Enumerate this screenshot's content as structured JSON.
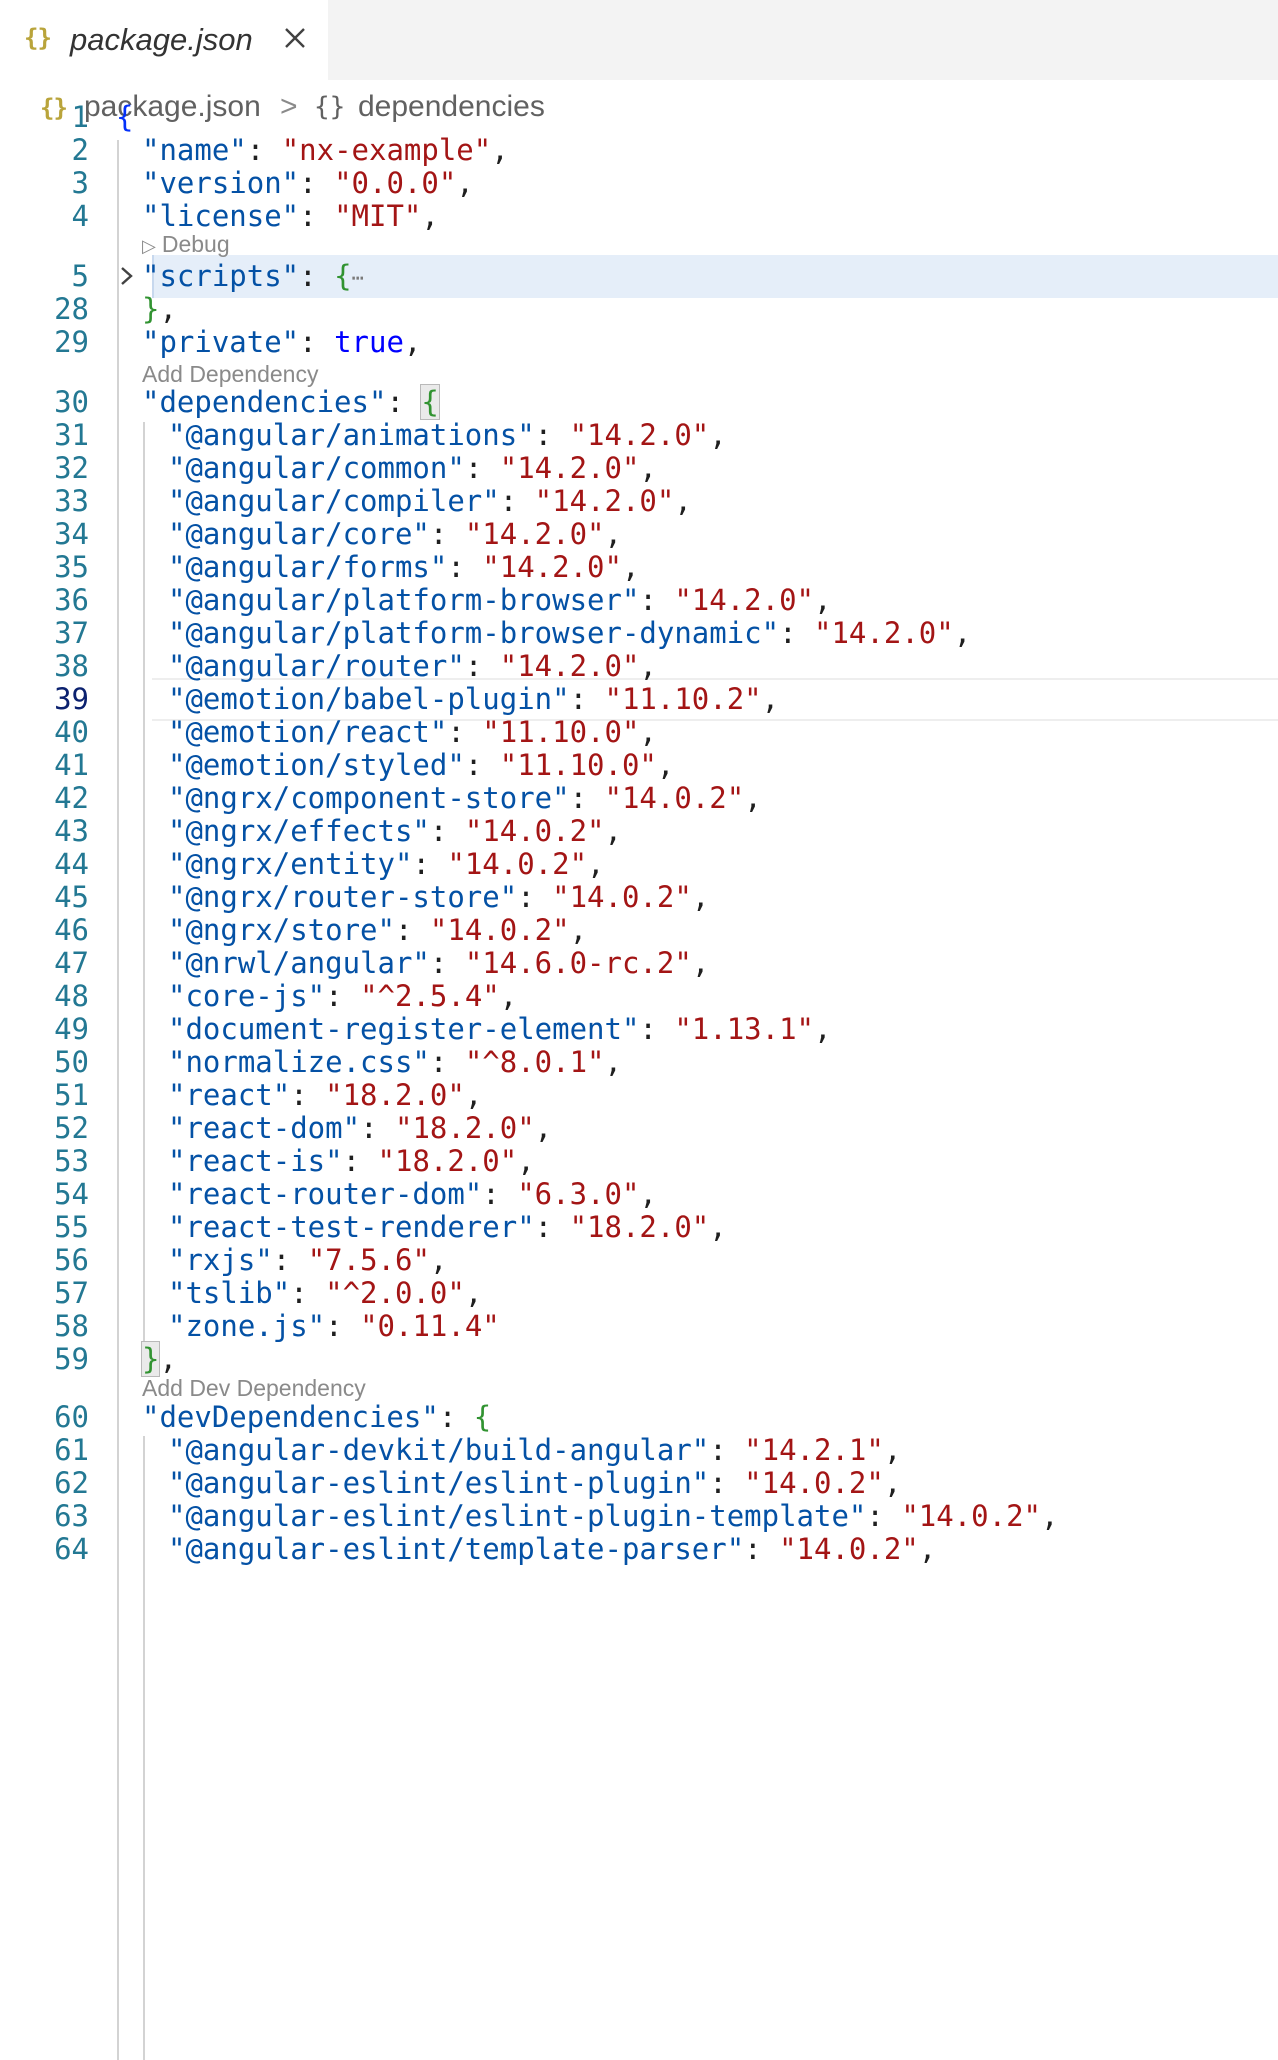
{
  "tab": {
    "icon": "json-braces-icon",
    "title": "package.json",
    "close_icon": "close-icon"
  },
  "breadcrumb": {
    "file": "package.json",
    "separator": ">",
    "symbol": "dependencies"
  },
  "lenses": {
    "debug": "Debug",
    "add_dependency": "Add Dependency",
    "add_dev_dependency": "Add Dev Dependency"
  },
  "lines": [
    {
      "n": "1",
      "indent": 0,
      "tokens": [
        [
          "b",
          "{"
        ]
      ]
    },
    {
      "n": "2",
      "indent": 1,
      "tokens": [
        [
          "k",
          "\"name\""
        ],
        [
          "p",
          ": "
        ],
        [
          "s",
          "\"nx-example\""
        ],
        [
          "p",
          ","
        ]
      ]
    },
    {
      "n": "3",
      "indent": 1,
      "tokens": [
        [
          "k",
          "\"version\""
        ],
        [
          "p",
          ": "
        ],
        [
          "s",
          "\"0.0.0\""
        ],
        [
          "p",
          ","
        ]
      ]
    },
    {
      "n": "4",
      "indent": 1,
      "tokens": [
        [
          "k",
          "\"license\""
        ],
        [
          "p",
          ": "
        ],
        [
          "s",
          "\"MIT\""
        ],
        [
          "p",
          ","
        ]
      ]
    },
    {
      "n": "5",
      "indent": 1,
      "tokens": [
        [
          "k",
          "\"scripts\""
        ],
        [
          "p",
          ": "
        ],
        [
          "bg",
          "{"
        ],
        [
          "e",
          "⋯"
        ]
      ],
      "folded": true
    },
    {
      "n": "28",
      "indent": 1,
      "tokens": [
        [
          "bg",
          "}"
        ],
        [
          "p",
          ","
        ]
      ]
    },
    {
      "n": "29",
      "indent": 1,
      "tokens": [
        [
          "k",
          "\"private\""
        ],
        [
          "p",
          ": "
        ],
        [
          "kw",
          "true"
        ],
        [
          "p",
          ","
        ]
      ]
    },
    {
      "n": "30",
      "indent": 1,
      "tokens": [
        [
          "k",
          "\"dependencies\""
        ],
        [
          "p",
          ": "
        ],
        [
          "bgm",
          "{"
        ]
      ]
    },
    {
      "n": "31",
      "indent": 2,
      "tokens": [
        [
          "k",
          "\"@angular/animations\""
        ],
        [
          "p",
          ": "
        ],
        [
          "s",
          "\"14.2.0\""
        ],
        [
          "p",
          ","
        ]
      ]
    },
    {
      "n": "32",
      "indent": 2,
      "tokens": [
        [
          "k",
          "\"@angular/common\""
        ],
        [
          "p",
          ": "
        ],
        [
          "s",
          "\"14.2.0\""
        ],
        [
          "p",
          ","
        ]
      ]
    },
    {
      "n": "33",
      "indent": 2,
      "tokens": [
        [
          "k",
          "\"@angular/compiler\""
        ],
        [
          "p",
          ": "
        ],
        [
          "s",
          "\"14.2.0\""
        ],
        [
          "p",
          ","
        ]
      ]
    },
    {
      "n": "34",
      "indent": 2,
      "tokens": [
        [
          "k",
          "\"@angular/core\""
        ],
        [
          "p",
          ": "
        ],
        [
          "s",
          "\"14.2.0\""
        ],
        [
          "p",
          ","
        ]
      ]
    },
    {
      "n": "35",
      "indent": 2,
      "tokens": [
        [
          "k",
          "\"@angular/forms\""
        ],
        [
          "p",
          ": "
        ],
        [
          "s",
          "\"14.2.0\""
        ],
        [
          "p",
          ","
        ]
      ]
    },
    {
      "n": "36",
      "indent": 2,
      "tokens": [
        [
          "k",
          "\"@angular/platform-browser\""
        ],
        [
          "p",
          ": "
        ],
        [
          "s",
          "\"14.2.0\""
        ],
        [
          "p",
          ","
        ]
      ]
    },
    {
      "n": "37",
      "indent": 2,
      "tokens": [
        [
          "k",
          "\"@angular/platform-browser-dynamic\""
        ],
        [
          "p",
          ": "
        ],
        [
          "s",
          "\"14.2.0\""
        ],
        [
          "p",
          ","
        ]
      ]
    },
    {
      "n": "38",
      "indent": 2,
      "tokens": [
        [
          "k",
          "\"@angular/router\""
        ],
        [
          "p",
          ": "
        ],
        [
          "s",
          "\"14.2.0\""
        ],
        [
          "p",
          ","
        ]
      ]
    },
    {
      "n": "39",
      "indent": 2,
      "tokens": [
        [
          "k",
          "\"@emotion/babel-plugin\""
        ],
        [
          "p",
          ": "
        ],
        [
          "s",
          "\"11.10.2\""
        ],
        [
          "p",
          ","
        ]
      ],
      "active": true
    },
    {
      "n": "40",
      "indent": 2,
      "tokens": [
        [
          "k",
          "\"@emotion/react\""
        ],
        [
          "p",
          ": "
        ],
        [
          "s",
          "\"11.10.0\""
        ],
        [
          "p",
          ","
        ]
      ]
    },
    {
      "n": "41",
      "indent": 2,
      "tokens": [
        [
          "k",
          "\"@emotion/styled\""
        ],
        [
          "p",
          ": "
        ],
        [
          "s",
          "\"11.10.0\""
        ],
        [
          "p",
          ","
        ]
      ]
    },
    {
      "n": "42",
      "indent": 2,
      "tokens": [
        [
          "k",
          "\"@ngrx/component-store\""
        ],
        [
          "p",
          ": "
        ],
        [
          "s",
          "\"14.0.2\""
        ],
        [
          "p",
          ","
        ]
      ]
    },
    {
      "n": "43",
      "indent": 2,
      "tokens": [
        [
          "k",
          "\"@ngrx/effects\""
        ],
        [
          "p",
          ": "
        ],
        [
          "s",
          "\"14.0.2\""
        ],
        [
          "p",
          ","
        ]
      ]
    },
    {
      "n": "44",
      "indent": 2,
      "tokens": [
        [
          "k",
          "\"@ngrx/entity\""
        ],
        [
          "p",
          ": "
        ],
        [
          "s",
          "\"14.0.2\""
        ],
        [
          "p",
          ","
        ]
      ]
    },
    {
      "n": "45",
      "indent": 2,
      "tokens": [
        [
          "k",
          "\"@ngrx/router-store\""
        ],
        [
          "p",
          ": "
        ],
        [
          "s",
          "\"14.0.2\""
        ],
        [
          "p",
          ","
        ]
      ]
    },
    {
      "n": "46",
      "indent": 2,
      "tokens": [
        [
          "k",
          "\"@ngrx/store\""
        ],
        [
          "p",
          ": "
        ],
        [
          "s",
          "\"14.0.2\""
        ],
        [
          "p",
          ","
        ]
      ]
    },
    {
      "n": "47",
      "indent": 2,
      "tokens": [
        [
          "k",
          "\"@nrwl/angular\""
        ],
        [
          "p",
          ": "
        ],
        [
          "s",
          "\"14.6.0-rc.2\""
        ],
        [
          "p",
          ","
        ]
      ]
    },
    {
      "n": "48",
      "indent": 2,
      "tokens": [
        [
          "k",
          "\"core-js\""
        ],
        [
          "p",
          ": "
        ],
        [
          "s",
          "\"^2.5.4\""
        ],
        [
          "p",
          ","
        ]
      ]
    },
    {
      "n": "49",
      "indent": 2,
      "tokens": [
        [
          "k",
          "\"document-register-element\""
        ],
        [
          "p",
          ": "
        ],
        [
          "s",
          "\"1.13.1\""
        ],
        [
          "p",
          ","
        ]
      ]
    },
    {
      "n": "50",
      "indent": 2,
      "tokens": [
        [
          "k",
          "\"normalize.css\""
        ],
        [
          "p",
          ": "
        ],
        [
          "s",
          "\"^8.0.1\""
        ],
        [
          "p",
          ","
        ]
      ]
    },
    {
      "n": "51",
      "indent": 2,
      "tokens": [
        [
          "k",
          "\"react\""
        ],
        [
          "p",
          ": "
        ],
        [
          "s",
          "\"18.2.0\""
        ],
        [
          "p",
          ","
        ]
      ]
    },
    {
      "n": "52",
      "indent": 2,
      "tokens": [
        [
          "k",
          "\"react-dom\""
        ],
        [
          "p",
          ": "
        ],
        [
          "s",
          "\"18.2.0\""
        ],
        [
          "p",
          ","
        ]
      ]
    },
    {
      "n": "53",
      "indent": 2,
      "tokens": [
        [
          "k",
          "\"react-is\""
        ],
        [
          "p",
          ": "
        ],
        [
          "s",
          "\"18.2.0\""
        ],
        [
          "p",
          ","
        ]
      ]
    },
    {
      "n": "54",
      "indent": 2,
      "tokens": [
        [
          "k",
          "\"react-router-dom\""
        ],
        [
          "p",
          ": "
        ],
        [
          "s",
          "\"6.3.0\""
        ],
        [
          "p",
          ","
        ]
      ]
    },
    {
      "n": "55",
      "indent": 2,
      "tokens": [
        [
          "k",
          "\"react-test-renderer\""
        ],
        [
          "p",
          ": "
        ],
        [
          "s",
          "\"18.2.0\""
        ],
        [
          "p",
          ","
        ]
      ]
    },
    {
      "n": "56",
      "indent": 2,
      "tokens": [
        [
          "k",
          "\"rxjs\""
        ],
        [
          "p",
          ": "
        ],
        [
          "s",
          "\"7.5.6\""
        ],
        [
          "p",
          ","
        ]
      ]
    },
    {
      "n": "57",
      "indent": 2,
      "tokens": [
        [
          "k",
          "\"tslib\""
        ],
        [
          "p",
          ": "
        ],
        [
          "s",
          "\"^2.0.0\""
        ],
        [
          "p",
          ","
        ]
      ]
    },
    {
      "n": "58",
      "indent": 2,
      "tokens": [
        [
          "k",
          "\"zone.js\""
        ],
        [
          "p",
          ": "
        ],
        [
          "s",
          "\"0.11.4\""
        ]
      ]
    },
    {
      "n": "59",
      "indent": 1,
      "tokens": [
        [
          "bgm",
          "}"
        ],
        [
          "p",
          ","
        ]
      ]
    },
    {
      "n": "60",
      "indent": 1,
      "tokens": [
        [
          "k",
          "\"devDependencies\""
        ],
        [
          "p",
          ": "
        ],
        [
          "bg",
          "{"
        ]
      ]
    },
    {
      "n": "61",
      "indent": 2,
      "tokens": [
        [
          "k",
          "\"@angular-devkit/build-angular\""
        ],
        [
          "p",
          ": "
        ],
        [
          "s",
          "\"14.2.1\""
        ],
        [
          "p",
          ","
        ]
      ]
    },
    {
      "n": "62",
      "indent": 2,
      "tokens": [
        [
          "k",
          "\"@angular-eslint/eslint-plugin\""
        ],
        [
          "p",
          ": "
        ],
        [
          "s",
          "\"14.0.2\""
        ],
        [
          "p",
          ","
        ]
      ]
    },
    {
      "n": "63",
      "indent": 2,
      "tokens": [
        [
          "k",
          "\"@angular-eslint/eslint-plugin-template\""
        ],
        [
          "p",
          ": "
        ],
        [
          "s",
          "\"14.0.2\""
        ],
        [
          "p",
          ","
        ]
      ]
    },
    {
      "n": "64",
      "indent": 2,
      "tokens": [
        [
          "k",
          "\"@angular-eslint/template-parser\""
        ],
        [
          "p",
          ": "
        ],
        [
          "s",
          "\"14.0.2\""
        ],
        [
          "p",
          ","
        ]
      ]
    }
  ]
}
